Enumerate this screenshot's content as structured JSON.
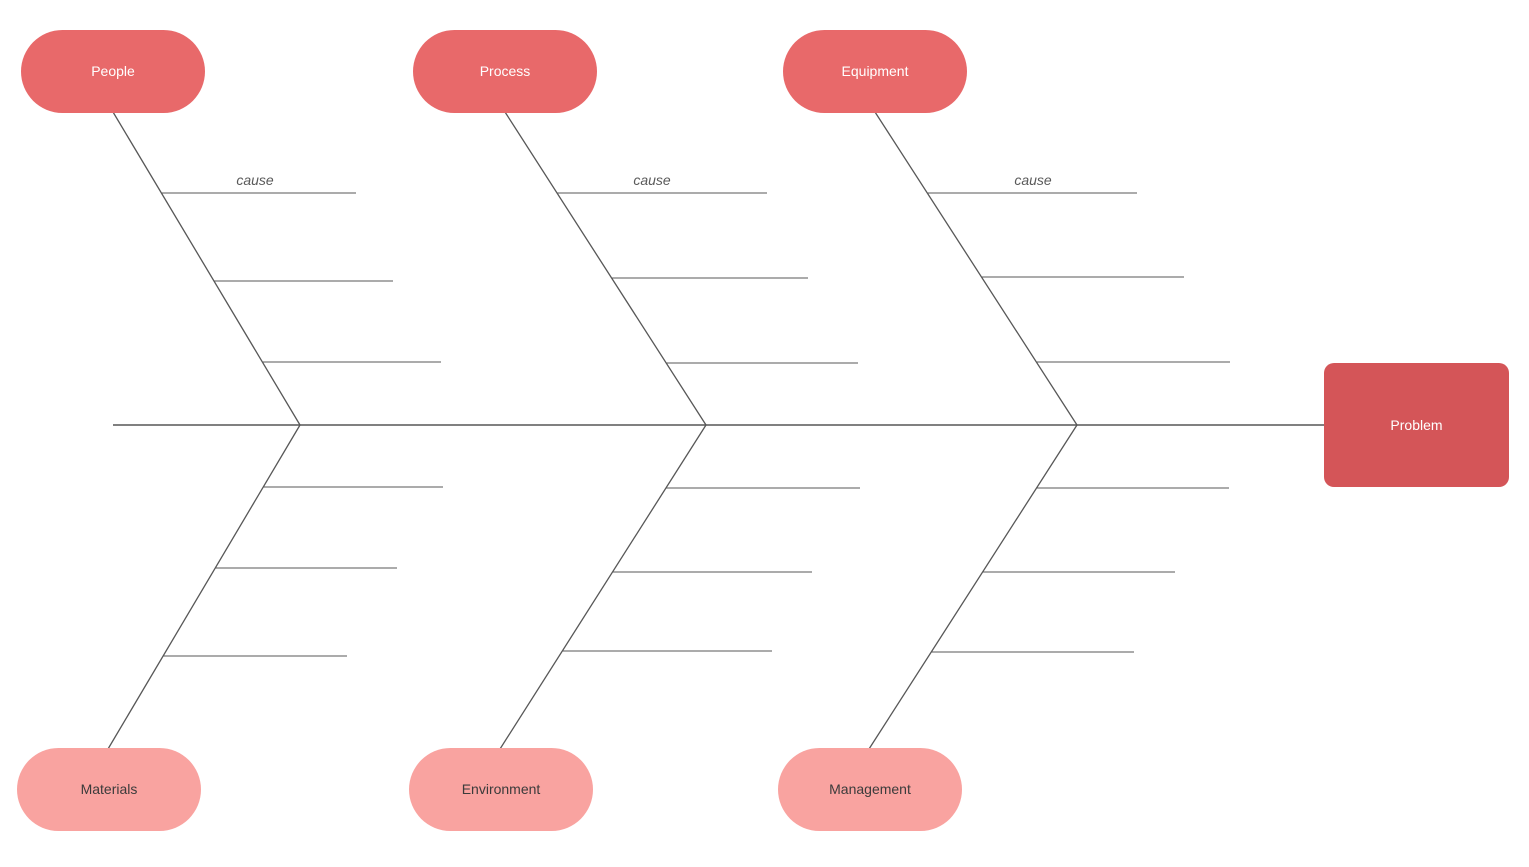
{
  "diagram": {
    "type": "fishbone-cause-effect",
    "problem_label": "Problem",
    "cause_label": "cause",
    "top_categories": [
      {
        "label": "People"
      },
      {
        "label": "Process"
      },
      {
        "label": "Equipment"
      }
    ],
    "bottom_categories": [
      {
        "label": "Materials"
      },
      {
        "label": "Environment"
      },
      {
        "label": "Management"
      }
    ],
    "ribs_per_category": 3,
    "colors": {
      "background": "#ffffff",
      "top_category_fill": "#e8696a",
      "bottom_category_fill": "#f9a3a0",
      "problem_fill": "#d45558",
      "top_text": "#ffffff",
      "bottom_text": "#3b3b3b",
      "cause_text": "#595959",
      "line": "#575757"
    }
  }
}
